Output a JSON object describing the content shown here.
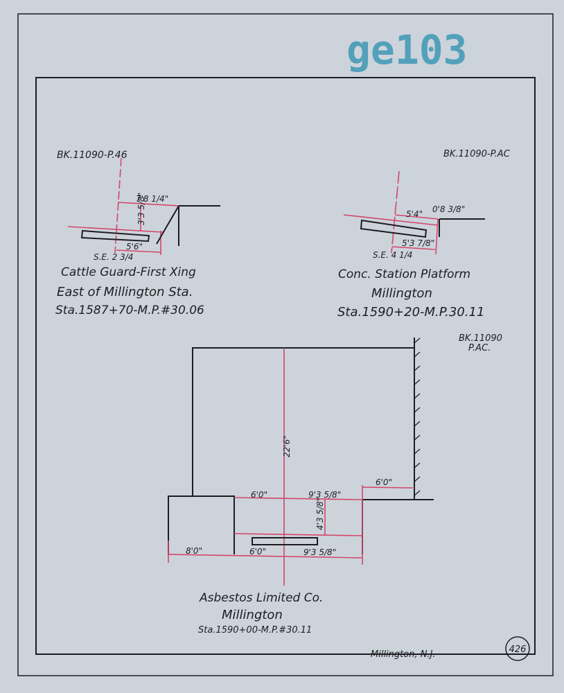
{
  "stamp": "ge103",
  "sheet_number": "426",
  "location_footer": "Millington, N.J.",
  "drawing_1": {
    "book_ref": "BK.11090-P.46",
    "dimensions": [
      "7'8 1/4\"",
      "3'3 5/8\"",
      "5'6\""
    ],
    "superelevation": "S.E. 2 3/4",
    "title_lines": [
      "Cattle Guard-First Xing",
      "East of Millington Sta.",
      "Sta.1587+70-M.P.#30.06"
    ]
  },
  "drawing_2": {
    "book_ref": "BK.11090-P.AC",
    "dimensions": [
      "5'4\"",
      "0'8 3/8\"",
      "5'3 7/8\""
    ],
    "superelevation": "S.E. 4 1/4",
    "title_lines": [
      "Conc. Station Platform",
      "Millington",
      "Sta.1590+20-M.P.30.11"
    ]
  },
  "drawing_3": {
    "book_ref_lines": [
      "BK.11090",
      "P.AC."
    ],
    "dimensions": {
      "height": "22'6\"",
      "upper_left": "6'0\"",
      "upper_right": "9'3 5/8\"",
      "right_offset": "6'0\"",
      "rail_height": "4'3 5/8\"",
      "lower_far_left": "8'0\"",
      "lower_left": "6'0\"",
      "lower_right": "9'3 5/8\""
    },
    "title_lines": [
      "Asbestos Limited Co.",
      "Millington",
      "Sta.1590+00-M.P.#30.11"
    ]
  }
}
